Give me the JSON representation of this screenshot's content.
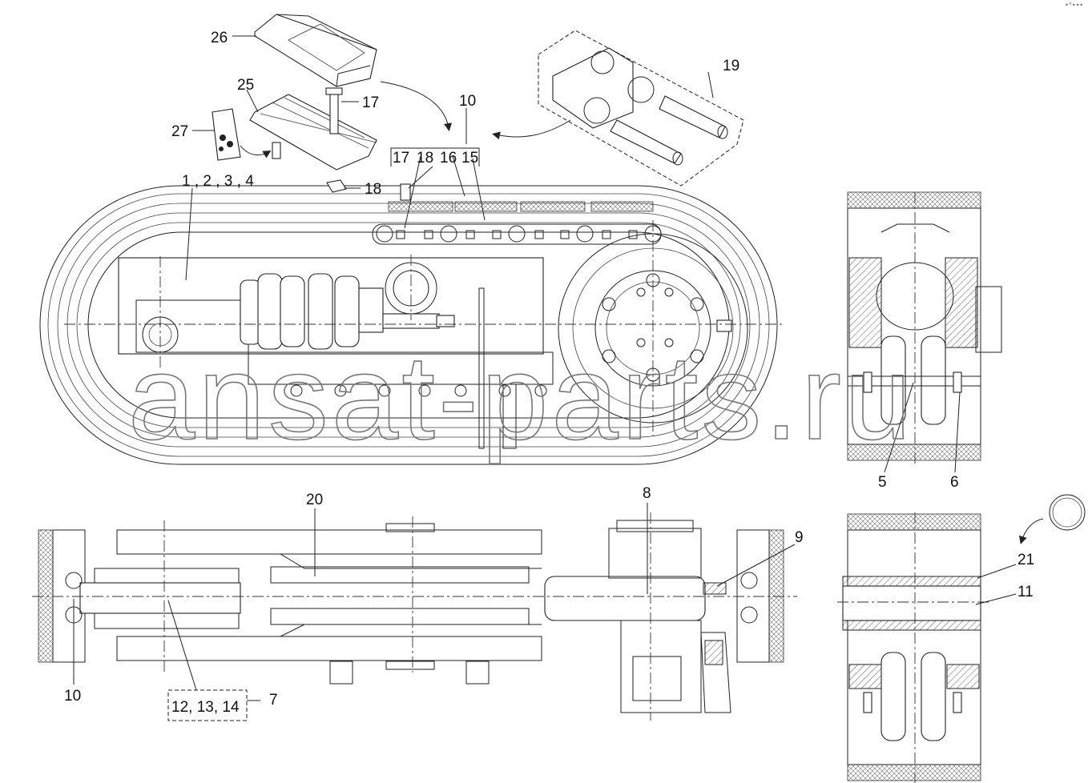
{
  "watermark": "ansat-parts.ru",
  "corner_mark": "•°•••",
  "callouts": {
    "c26": "26",
    "c25": "25",
    "c17a": "17",
    "c27": "27",
    "c10_top": "10",
    "c19": "19",
    "c17b": "17",
    "c18b": "18",
    "c16": "16",
    "c15": "15",
    "c18a": "18",
    "c1234": "1 , 2 , 3 , 4",
    "c5": "5",
    "c6": "6",
    "c20": "20",
    "c8": "8",
    "c9": "9",
    "c21": "21",
    "c11": "11",
    "c10_bottom": "10",
    "c121314": "12, 13, 14",
    "c7": "7"
  }
}
